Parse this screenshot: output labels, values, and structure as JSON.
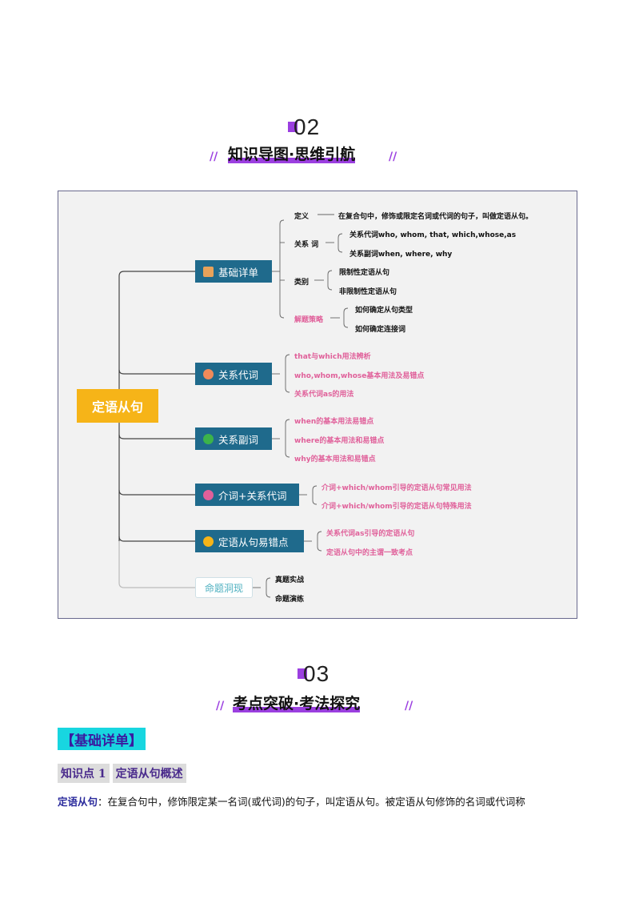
{
  "section2": {
    "number": "02",
    "title": "知识导图·思维引航",
    "deco": "//"
  },
  "section3": {
    "number": "03",
    "title": "考点突破·考法探究",
    "deco": "//"
  },
  "mindmap": {
    "root": "定语从句",
    "branches": [
      {
        "label": "基础详单",
        "icon": "box-icon",
        "subs": [
          {
            "label": "定义",
            "items": [
              "在复合句中，修饰或限定名词或代词的句子，叫做定语从句。"
            ]
          },
          {
            "label": "关系 词",
            "items": [
              "关系代词who, whom, that, which,whose,as",
              "关系副词when, where, why"
            ]
          },
          {
            "label": "类别",
            "items": [
              "限制性定语从句",
              "非限制性定语从句"
            ]
          },
          {
            "label": "解题策略",
            "items": [
              "如何确定从句类型",
              "如何确定连接词"
            ]
          }
        ]
      },
      {
        "label": "关系代词",
        "icon": "star-icon",
        "items": [
          "that与which用法辨析",
          "who,whom,whose基本用法及易错点",
          "关系代词as的用法"
        ]
      },
      {
        "label": "关系副词",
        "icon": "star-icon",
        "items": [
          "when的基本用法易错点",
          "where的基本用法和易错点",
          "why的基本用法和易错点"
        ]
      },
      {
        "label": "介词+关系代词",
        "icon": "star-icon",
        "items": [
          "介词+which/whom引导的定语从句常见用法",
          "介词+which/whom引导的定语从句特殊用法"
        ]
      },
      {
        "label": "定语从句易错点",
        "icon": "star-icon",
        "items": [
          "关系代词as引导的定语从句",
          "定语从句中的主谓一致考点"
        ]
      },
      {
        "label": "命题洞现",
        "items": [
          "真题实战",
          "命题演练"
        ]
      }
    ]
  },
  "tag": "【基础详单】",
  "knowledge_point": {
    "num": "知识点 1",
    "title": "定语从句概述"
  },
  "body": {
    "term": "定语从句",
    "text": "：在复合句中，修饰限定某一名词(或代词)的句子，叫定语从句。被定语从句修饰的名词或代词称"
  },
  "colors": {
    "purple": "#9b3fe0",
    "node": "#1f6a8c",
    "root": "#f6b418",
    "pink": "#e0609a",
    "cyan": "#18d6e0"
  }
}
